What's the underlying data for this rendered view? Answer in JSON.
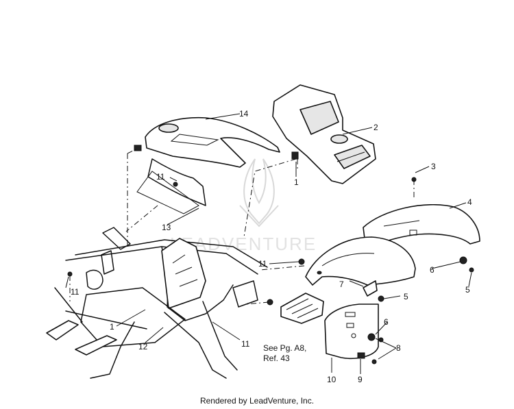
{
  "watermark": {
    "brand": "LEADVENTURE"
  },
  "callouts": {
    "c1a": "1",
    "c1b": "1",
    "c2": "2",
    "c3": "3",
    "c4": "4",
    "c5a": "5",
    "c5b": "5",
    "c6a": "6",
    "c6b": "6",
    "c7": "7",
    "c8": "8",
    "c9": "9",
    "c10": "10",
    "c11a": "11",
    "c11b": "11",
    "c11c": "11",
    "c11d": "11",
    "c12": "12",
    "c13": "13",
    "c14": "14"
  },
  "note": {
    "line1": "See Pg. A8,",
    "line2": "Ref. 43"
  },
  "footer": {
    "credit": "Rendered by LeadVenture, Inc."
  }
}
